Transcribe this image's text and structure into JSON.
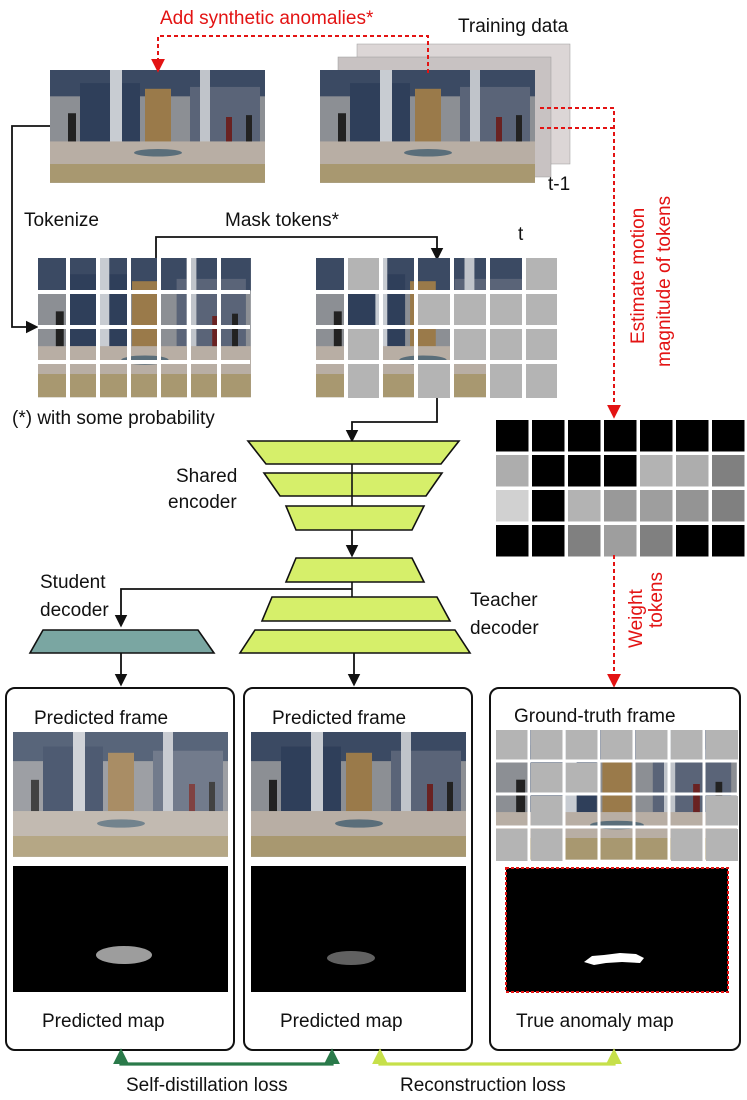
{
  "labels": {
    "add_synthetic": "Add synthetic anomalies*",
    "training_data": "Training data",
    "t_minus_1": "t-1",
    "t": "t",
    "tokenize": "Tokenize",
    "mask_tokens": "Mask tokens*",
    "probability_note": "(*) with some probability",
    "estimate_motion_1": "Estimate motion",
    "estimate_motion_2": "magnitude of tokens",
    "shared_encoder_1": "Shared",
    "shared_encoder_2": "encoder",
    "student_decoder_1": "Student",
    "student_decoder_2": "decoder",
    "teacher_decoder_1": "Teacher",
    "teacher_decoder_2": "decoder",
    "weight_tokens": "Weight",
    "weight_tokens_2": "tokens"
  },
  "panels": [
    {
      "id": "student",
      "title": "Predicted frame",
      "footer": "Predicted map"
    },
    {
      "id": "teacher",
      "title": "Predicted frame",
      "footer": "Predicted map"
    },
    {
      "id": "gt",
      "title": "Ground-truth frame",
      "footer": "True anomaly map"
    }
  ],
  "losses": {
    "self_distillation": "Self-distillation loss",
    "reconstruction": "Reconstruction loss"
  },
  "motion_weights": [
    [
      0.0,
      0.0,
      0.0,
      0.0,
      0.0,
      0.0,
      0.0
    ],
    [
      0.68,
      0.0,
      0.0,
      0.0,
      0.7,
      0.68,
      0.5
    ],
    [
      0.82,
      0.0,
      0.7,
      0.6,
      0.62,
      0.58,
      0.5
    ],
    [
      0.0,
      0.0,
      0.5,
      0.62,
      0.5,
      0.0,
      0.0
    ]
  ],
  "colors": {
    "red": "#e31313",
    "encoder": "#d6ef6a",
    "student": "#7aa6a2",
    "self_distillation_arrow": "#2a7a4a",
    "reconstruction_arrow": "#c6e04a"
  }
}
